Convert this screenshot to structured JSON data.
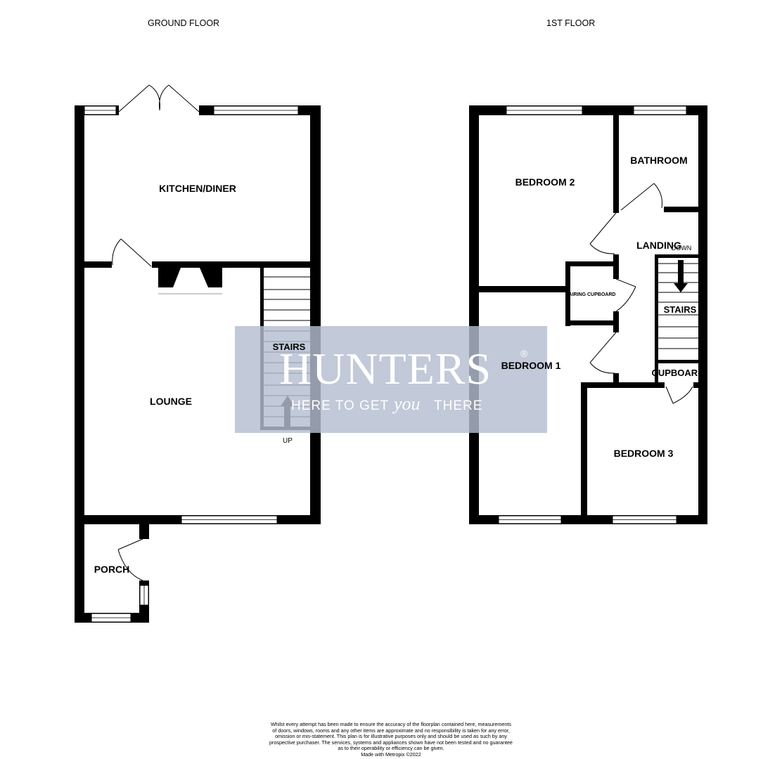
{
  "floors": {
    "ground": {
      "title": "GROUND FLOOR"
    },
    "first": {
      "title": "1ST FLOOR"
    }
  },
  "rooms": {
    "kitchen": "KITCHEN/DINER",
    "lounge": "LOUNGE",
    "porch": "PORCH",
    "stairs_ground": "STAIRS",
    "up": "UP",
    "bedroom1": "BEDROOM 1",
    "bedroom2": "BEDROOM 2",
    "bedroom3": "BEDROOM 3",
    "bathroom": "BATHROOM",
    "landing": "LANDING",
    "down": "DOWN",
    "airing": "AIRING CUPBOARD",
    "stairs_first": "STAIRS",
    "cupboard": "CUPBOARD"
  },
  "watermark": {
    "brand": "HUNTERS",
    "registered": "®",
    "tagline_start": "HERE TO GET",
    "tagline_em": "you",
    "tagline_end": "THERE",
    "color": "#b4bdd0"
  },
  "colors": {
    "wall": "#000000",
    "background": "#ffffff"
  },
  "disclaimer": {
    "lines": [
      "Whilst every attempt has been made to ensure the accuracy of the floorplan contained here, measurements",
      "of doors, windows, rooms and any other items are approximate and no responsibility is taken for any error,",
      "omission or mis-statement. This plan is for illustrative purposes only and should be used as such by any",
      "prospective purchaser. The services, systems and appliances shown have not been tested and no guarantee",
      "as to their operability or efficiency can be given."
    ],
    "credit": "Made with Metropix ©2022"
  }
}
